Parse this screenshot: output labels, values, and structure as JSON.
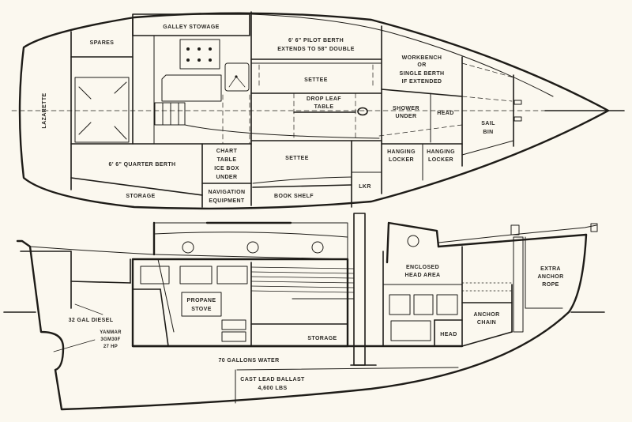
{
  "plan_view": {
    "lazarette": "LAZARETTE",
    "spares": "SPARES",
    "galley_stowage": "GALLEY STOWAGE",
    "pilot_berth_line1": "6' 6\" PILOT BERTH",
    "pilot_berth_line2": "EXTENDS TO 58\" DOUBLE",
    "settee_port": "SETTEE",
    "drop_leaf_line1": "DROP LEAF",
    "drop_leaf_line2": "TABLE",
    "workbench_line1": "WORKBENCH",
    "workbench_line2": "OR",
    "workbench_line3": "SINGLE BERTH",
    "workbench_line4": "IF EXTENDED",
    "shower_line1": "SHOWER",
    "shower_line2": "UNDER",
    "head": "HEAD",
    "sail_bin_line1": "SAIL",
    "sail_bin_line2": "BIN",
    "quarter_berth": "6' 6\" QUARTER BERTH",
    "storage": "STORAGE",
    "chart_table_line1": "CHART",
    "chart_table_line2": "TABLE",
    "chart_table_line3": "ICE BOX",
    "chart_table_line4": "UNDER",
    "nav_equip_line1": "NAVIGATION",
    "nav_equip_line2": "EQUIPMENT",
    "settee_stbd": "SETTEE",
    "book_shelf": "BOOK SHELF",
    "lkr": "LKR",
    "hanging_locker_1_line1": "HANGING",
    "hanging_locker_1_line2": "LOCKER",
    "hanging_locker_2_line1": "HANGING",
    "hanging_locker_2_line2": "LOCKER"
  },
  "profile_view": {
    "diesel": "32 GAL DIESEL",
    "engine_line1": "YANMAR",
    "engine_line2": "3GM30F",
    "engine_line3": "27 HP",
    "propane_line1": "PROPANE",
    "propane_line2": "STOVE",
    "storage": "STORAGE",
    "water": "70 GALLONS WATER",
    "ballast_line1": "CAST LEAD BALLAST",
    "ballast_line2": "4,600 LBS",
    "enclosed_head_line1": "ENCLOSED",
    "enclosed_head_line2": "HEAD AREA",
    "head": "HEAD",
    "anchor_chain_line1": "ANCHOR",
    "anchor_chain_line2": "CHAIN",
    "anchor_rope_line1": "EXTRA",
    "anchor_rope_line2": "ANCHOR",
    "anchor_rope_line3": "ROPE"
  },
  "colors": {
    "paper": "#fbf8ef",
    "ink": "#1e1c18"
  }
}
